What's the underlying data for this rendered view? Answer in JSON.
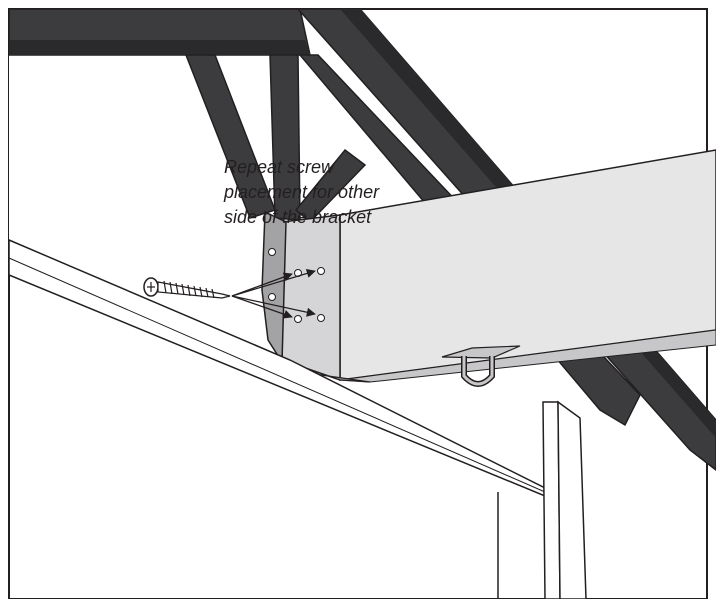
{
  "callout": {
    "lines": [
      "Repeat screw",
      "placement for other",
      "side of the bracket"
    ]
  },
  "colors": {
    "outline": "#231f20",
    "truss_dark": "#3c3c3e",
    "truss_shade": "#2a2a2c",
    "beam_face": "#e6e6e7",
    "beam_underside": "#c7c7c9",
    "bracket": "#a3a3a6",
    "wall": "#ffffff",
    "ceiling_bg": "#f2f2f2"
  },
  "icons": {
    "screw": "screw-icon",
    "arrows": "arrow-icon",
    "hook": "eye-hook-icon"
  }
}
